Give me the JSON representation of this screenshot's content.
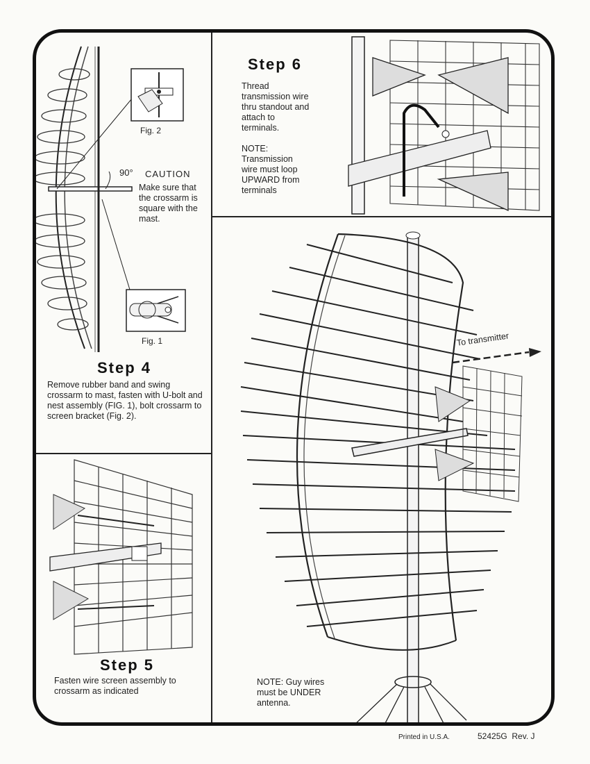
{
  "step4": {
    "heading": "Step 4",
    "text": "Remove rubber band and swing crossarm to mast, fasten with U-bolt and nest assembly (FIG. 1), bolt crossarm to screen bracket (Fig. 2).",
    "fig1_label": "Fig. 1",
    "fig2_label": "Fig. 2",
    "angle_label": "90°",
    "caution_title": "CAUTION",
    "caution_text": "Make sure that the crossarm is square with the mast."
  },
  "step5": {
    "heading": "Step 5",
    "text": "Fasten wire screen assembly to crossarm as indicated"
  },
  "step6": {
    "heading": "Step 6",
    "text": "Thread transmission wire thru standout and attach to terminals.",
    "note": "NOTE: Transmission wire must loop UPWARD from terminals"
  },
  "main": {
    "transmitter_label": "To transmitter",
    "guy_note": "NOTE: Guy wires must be UNDER antenna."
  },
  "footer": {
    "printed": "Printed in U.S.A.",
    "part_number": "52425G  Rev. J"
  }
}
